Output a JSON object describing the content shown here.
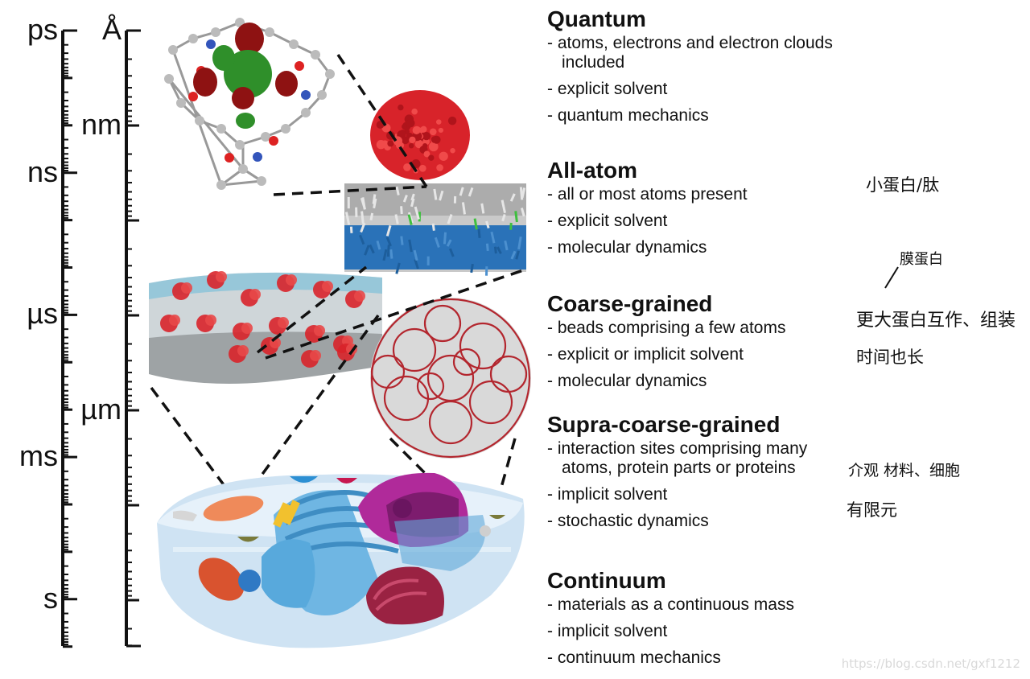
{
  "time_axis": {
    "labels": [
      "ps",
      "ns",
      "µs",
      "ms",
      "s"
    ]
  },
  "length_axis": {
    "labels": [
      "Å",
      "nm",
      "µm"
    ]
  },
  "levels": [
    {
      "title": "Quantum",
      "bullets": [
        "atoms, electrons and electron clouds included",
        "explicit solvent",
        "quantum mechanics"
      ]
    },
    {
      "title": "All-atom",
      "bullets": [
        "all or most atoms present",
        "explicit solvent",
        "molecular dynamics"
      ]
    },
    {
      "title": "Coarse-grained",
      "bullets": [
        "beads comprising a few atoms",
        "explicit or implicit solvent",
        "molecular dynamics"
      ]
    },
    {
      "title": "Supra-coarse-grained",
      "bullets": [
        "interaction sites comprising many atoms, protein parts or proteins",
        "implicit solvent",
        "stochastic dynamics"
      ]
    },
    {
      "title": "Continuum",
      "bullets": [
        "materials as a continuous mass",
        "implicit solvent",
        "continuum mechanics"
      ]
    }
  ],
  "annotations": {
    "note1": "小蛋白/肽",
    "note2": "膜蛋白",
    "note3": "更大蛋白互作、组装",
    "note4": "时间也长",
    "note5": "介观  材料、细胞",
    "note6": "有限元"
  },
  "watermark": "https://blog.csdn.net/gxf1212",
  "colors": {
    "protein": "#d8232a",
    "membrane_blue": "#2a72b8",
    "lipid_gray": "#b8b8b8",
    "cell_body": "#cfe3f3",
    "nucleus": "#b02a9a",
    "golgi": "#6fb6e3"
  }
}
